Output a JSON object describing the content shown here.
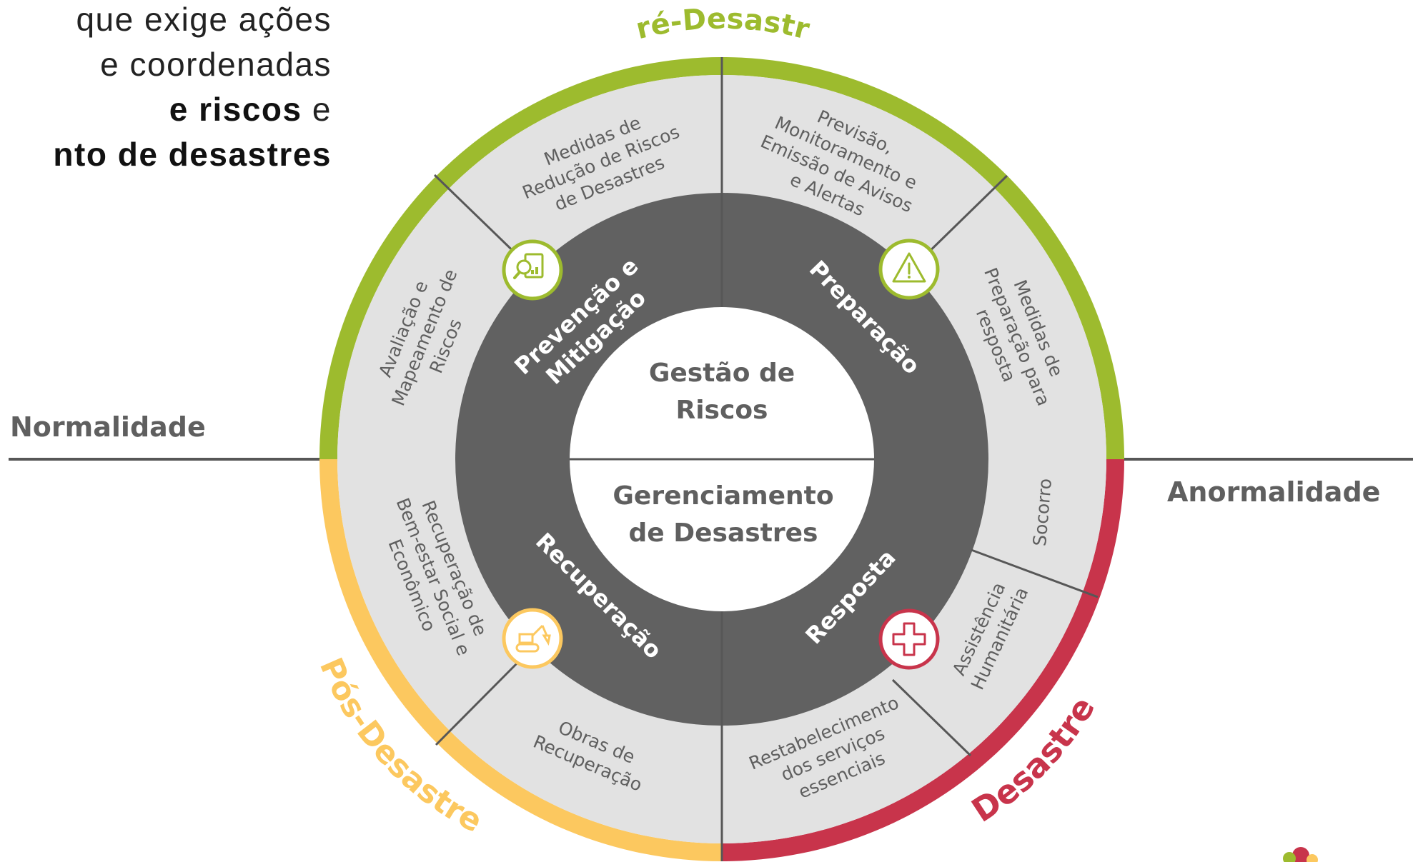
{
  "intro": {
    "line1": "que exige ações",
    "line2": "e coordenadas",
    "line3_bold": "e riscos",
    "line3_rest": " e",
    "line4_bold": "nto de desastres"
  },
  "side_labels": {
    "left": "Normalidade",
    "right": "Anormalidade"
  },
  "phases": {
    "top": "Pré-Desastre",
    "post": "Pós-Desastre",
    "disaster": "Desastre"
  },
  "center": {
    "top": [
      "Gestão de",
      "Riscos"
    ],
    "bottom": [
      "Gerenciamento",
      "de Desastres"
    ]
  },
  "stages": {
    "prevention": [
      "Prevenção e",
      "Mitigação"
    ],
    "preparation": "Preparação",
    "recovery": "Recuperação",
    "response": "Resposta"
  },
  "segments": {
    "risk_reduction": [
      "Medidas de",
      "Redução de Riscos",
      "de Desastres"
    ],
    "risk_assessment": [
      "Avaliação e",
      "Mapeamento de",
      "Riscos"
    ],
    "forecast": [
      "Previsão,",
      "Monitoramento e",
      "Emissão de Avisos",
      "e Alertas"
    ],
    "preparedness": [
      "Medidas de",
      "Preparação para",
      "resposta"
    ],
    "relief": "Socorro",
    "humanitarian": [
      "Assistência",
      "Humanitária"
    ],
    "services": [
      "Restabelecimento",
      "dos serviços",
      "essenciais"
    ],
    "works": [
      "Obras de",
      "Recuperação"
    ],
    "wellbeing": [
      "Recuperação de",
      "Bem-estar Social e",
      "Econômico"
    ]
  },
  "colors": {
    "green": "#9dbb2e",
    "yellow": "#fcc85f",
    "red": "#c8344b",
    "segment_fill": "#e2e2e2",
    "stage_ring": "#616161",
    "text_gray": "#5f5f5f",
    "divider": "#575757"
  },
  "icons": {
    "prevention": "search-document-icon",
    "preparation": "warning-icon",
    "recovery": "excavator-icon",
    "response": "medical-cross-icon"
  }
}
